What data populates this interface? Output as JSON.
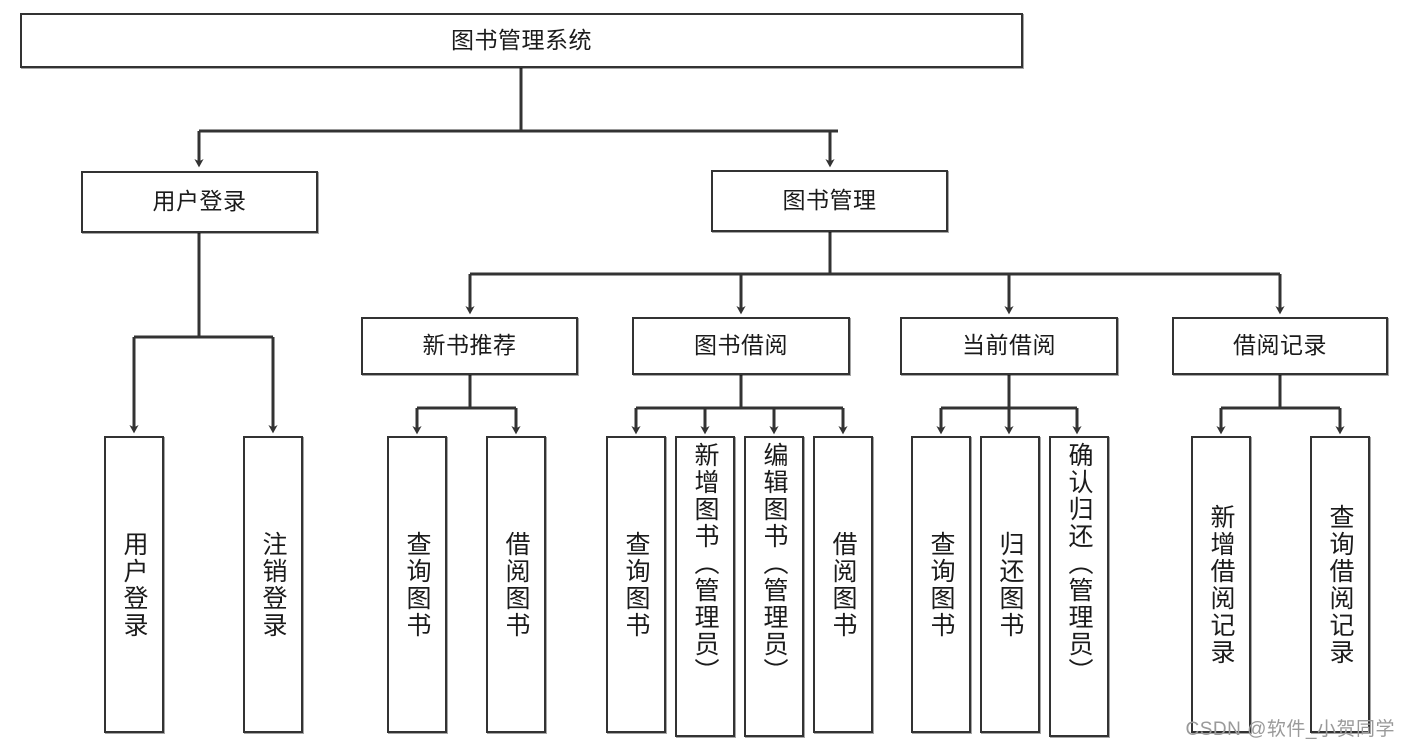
{
  "diagram": {
    "title": "图书管理系统",
    "watermark": "CSDN @软件_小贺同学",
    "colors": {
      "box_border": "#333333",
      "box_fill": "#ffffff",
      "connector": "#333333",
      "text": "#1b1b1b",
      "watermark": "#9a9a9a"
    },
    "root": {
      "label": "图书管理系统"
    },
    "level2": [
      {
        "label": "用户登录"
      },
      {
        "label": "图书管理"
      }
    ],
    "level3": [
      {
        "label": "新书推荐"
      },
      {
        "label": "图书借阅"
      },
      {
        "label": "当前借阅"
      },
      {
        "label": "借阅记录"
      }
    ],
    "leaves": {
      "user_login": [
        {
          "label": "用户登录"
        },
        {
          "label": "注销登录"
        }
      ],
      "new_book_recommend": [
        {
          "label": "查询图书"
        },
        {
          "label": "借阅图书"
        }
      ],
      "book_borrow": [
        {
          "label": "查询图书"
        },
        {
          "label": "新增图书（管理员）"
        },
        {
          "label": "编辑图书（管理员）"
        },
        {
          "label": "借阅图书"
        }
      ],
      "current_borrow": [
        {
          "label": "查询图书"
        },
        {
          "label": "归还图书"
        },
        {
          "label": "确认归还（管理员）"
        }
      ],
      "borrow_record": [
        {
          "label": "新增借阅记录"
        },
        {
          "label": "查询借阅记录"
        }
      ]
    }
  }
}
